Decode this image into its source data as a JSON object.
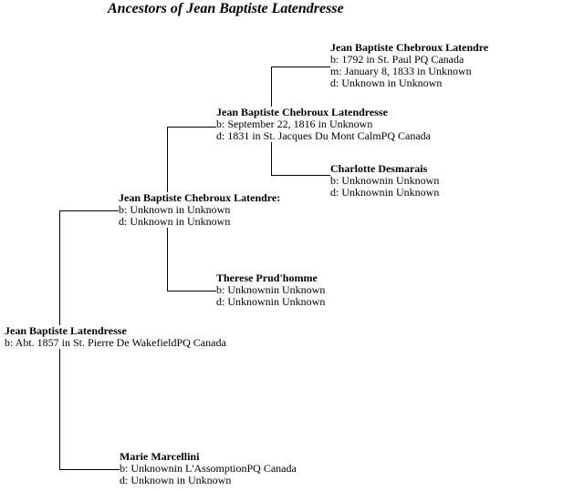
{
  "page_title": "Ancestors of Jean Baptiste Latendresse",
  "colors": {
    "background": "#ffffff",
    "text": "#000000",
    "connector_line": "#000000"
  },
  "tree": {
    "persons": [
      {
        "role": "subject",
        "name": "Jean Baptiste Latendresse",
        "details": [
          "b: Abt. 1857 in St. Pierre De WakefieldPQ Canada"
        ]
      },
      {
        "role": "father",
        "name": "Jean Baptiste Chebroux Latendre:",
        "details": [
          "b: Unknown in Unknown",
          "d: Unknown in Unknown"
        ]
      },
      {
        "role": "mother",
        "name": "Marie Marcellini",
        "details": [
          "b: Unknownin L'AssomptionPQ Canada",
          "d: Unknown in Unknown"
        ]
      },
      {
        "role": "paternal-grandfather",
        "name": "Jean Baptiste Chebroux Latendresse",
        "details": [
          "b: September 22, 1816 in Unknown",
          "d: 1831 in St. Jacques Du Mont CalmPQ Canada"
        ]
      },
      {
        "role": "paternal-grandmother",
        "name": "Therese Prud'homme",
        "details": [
          "b: Unknownin Unknown",
          "d: Unknownin Unknown"
        ]
      },
      {
        "role": "paternal-great-grandfather",
        "name": "Jean Baptiste Chebroux Latendre",
        "details": [
          "b: 1792 in St. Paul PQ Canada",
          "m: January 8, 1833 in Unknown",
          "d: Unknown in Unknown"
        ]
      },
      {
        "role": "paternal-great-grandmother",
        "name": "Charlotte Desmarais",
        "details": [
          "b: Unknownin Unknown",
          "d: Unknownin Unknown"
        ]
      }
    ]
  }
}
